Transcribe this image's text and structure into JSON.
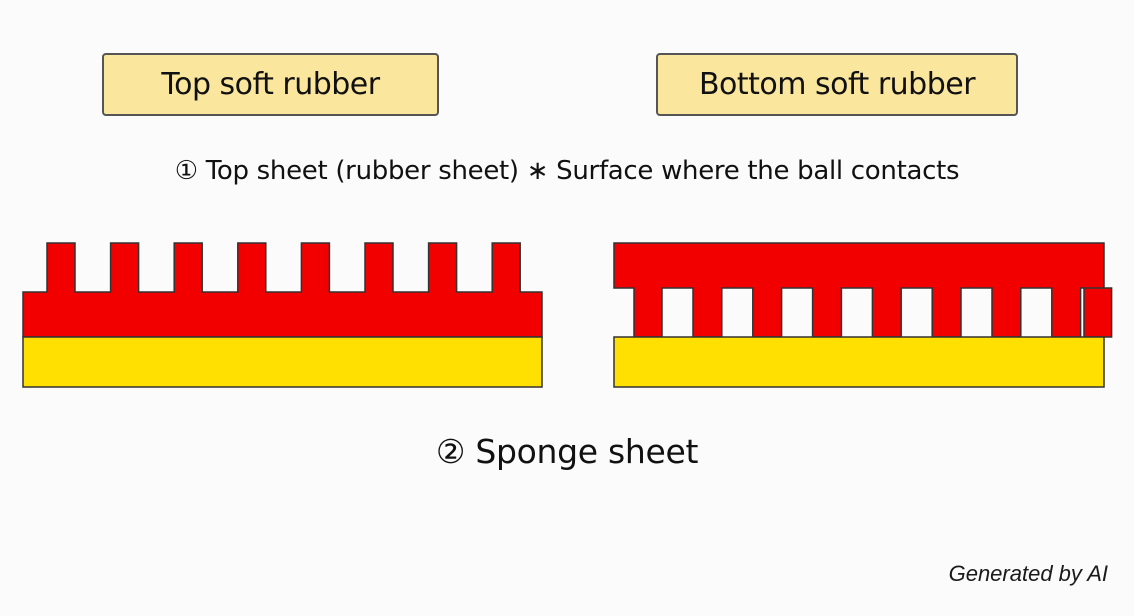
{
  "labels": {
    "top_rubber": "Top soft rubber",
    "bottom_rubber": "Bottom soft rubber",
    "top_sheet_caption": "① Top sheet (rubber sheet) ∗ Surface where the ball contacts",
    "sponge_caption": "② Sponge sheet",
    "watermark": "Generated by AI"
  },
  "colors": {
    "rubber": "#f20000",
    "sponge": "#ffe000",
    "title_fill": "#fbe69e",
    "outline": "#333333"
  },
  "diagram": {
    "top_rubber_pip_count": 8,
    "bottom_rubber_hole_count": 8
  }
}
